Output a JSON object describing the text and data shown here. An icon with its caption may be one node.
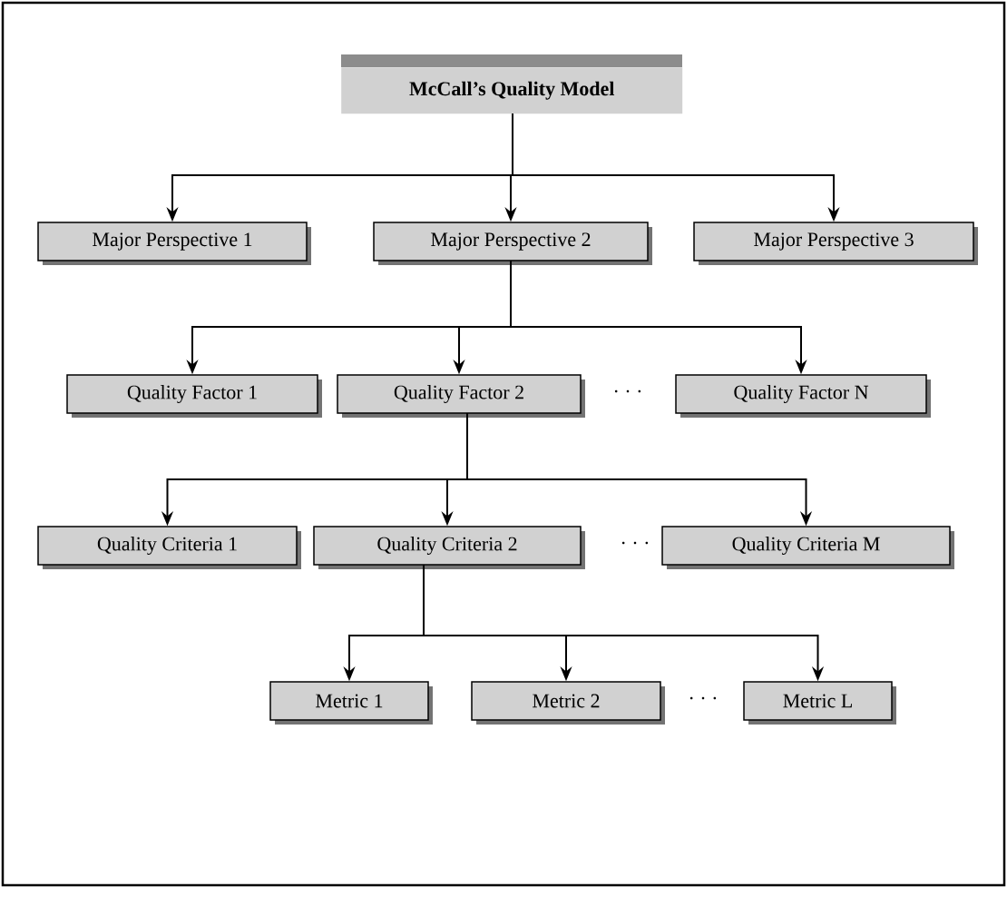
{
  "diagram": {
    "nodes": [
      {
        "text": [
          "McCall’s Quality Model"
        ]
      },
      {
        "text": [
          "Major Perspective 1"
        ]
      },
      {
        "text": [
          "Major Perspective 2"
        ]
      },
      {
        "text": [
          "Major Perspective 3"
        ]
      },
      {
        "text": [
          "Quality Factor 1"
        ]
      },
      {
        "text": [
          "Quality Factor 2"
        ]
      },
      {
        "text": [
          "Quality Factor N"
        ]
      },
      {
        "text": [
          "Quality Criteria 1"
        ]
      },
      {
        "text": [
          "Quality Criteria 2"
        ]
      },
      {
        "text": [
          "Quality Criteria M"
        ]
      },
      {
        "text": [
          "Metric 1"
        ]
      },
      {
        "text": [
          "Metric 2"
        ]
      },
      {
        "text": [
          "Metric L"
        ]
      }
    ],
    "edges": [
      {
        "from": 0,
        "to": 1,
        "arrow": "to"
      },
      {
        "from": 0,
        "to": 2,
        "arrow": "to"
      },
      {
        "from": 0,
        "to": 3,
        "arrow": "to"
      },
      {
        "from": 2,
        "to": 4,
        "arrow": "to"
      },
      {
        "from": 2,
        "to": 5,
        "arrow": "to"
      },
      {
        "from": 2,
        "to": 6,
        "arrow": "to"
      },
      {
        "from": 5,
        "to": 7,
        "arrow": "to"
      },
      {
        "from": 5,
        "to": 8,
        "arrow": "to"
      },
      {
        "from": 5,
        "to": 9,
        "arrow": "to"
      },
      {
        "from": 8,
        "to": 10,
        "arrow": "to"
      },
      {
        "from": 8,
        "to": 11,
        "arrow": "to"
      },
      {
        "from": 8,
        "to": 12,
        "arrow": "to"
      }
    ],
    "labels": [
      "· · ·",
      "· · ·",
      "· · ·"
    ]
  }
}
